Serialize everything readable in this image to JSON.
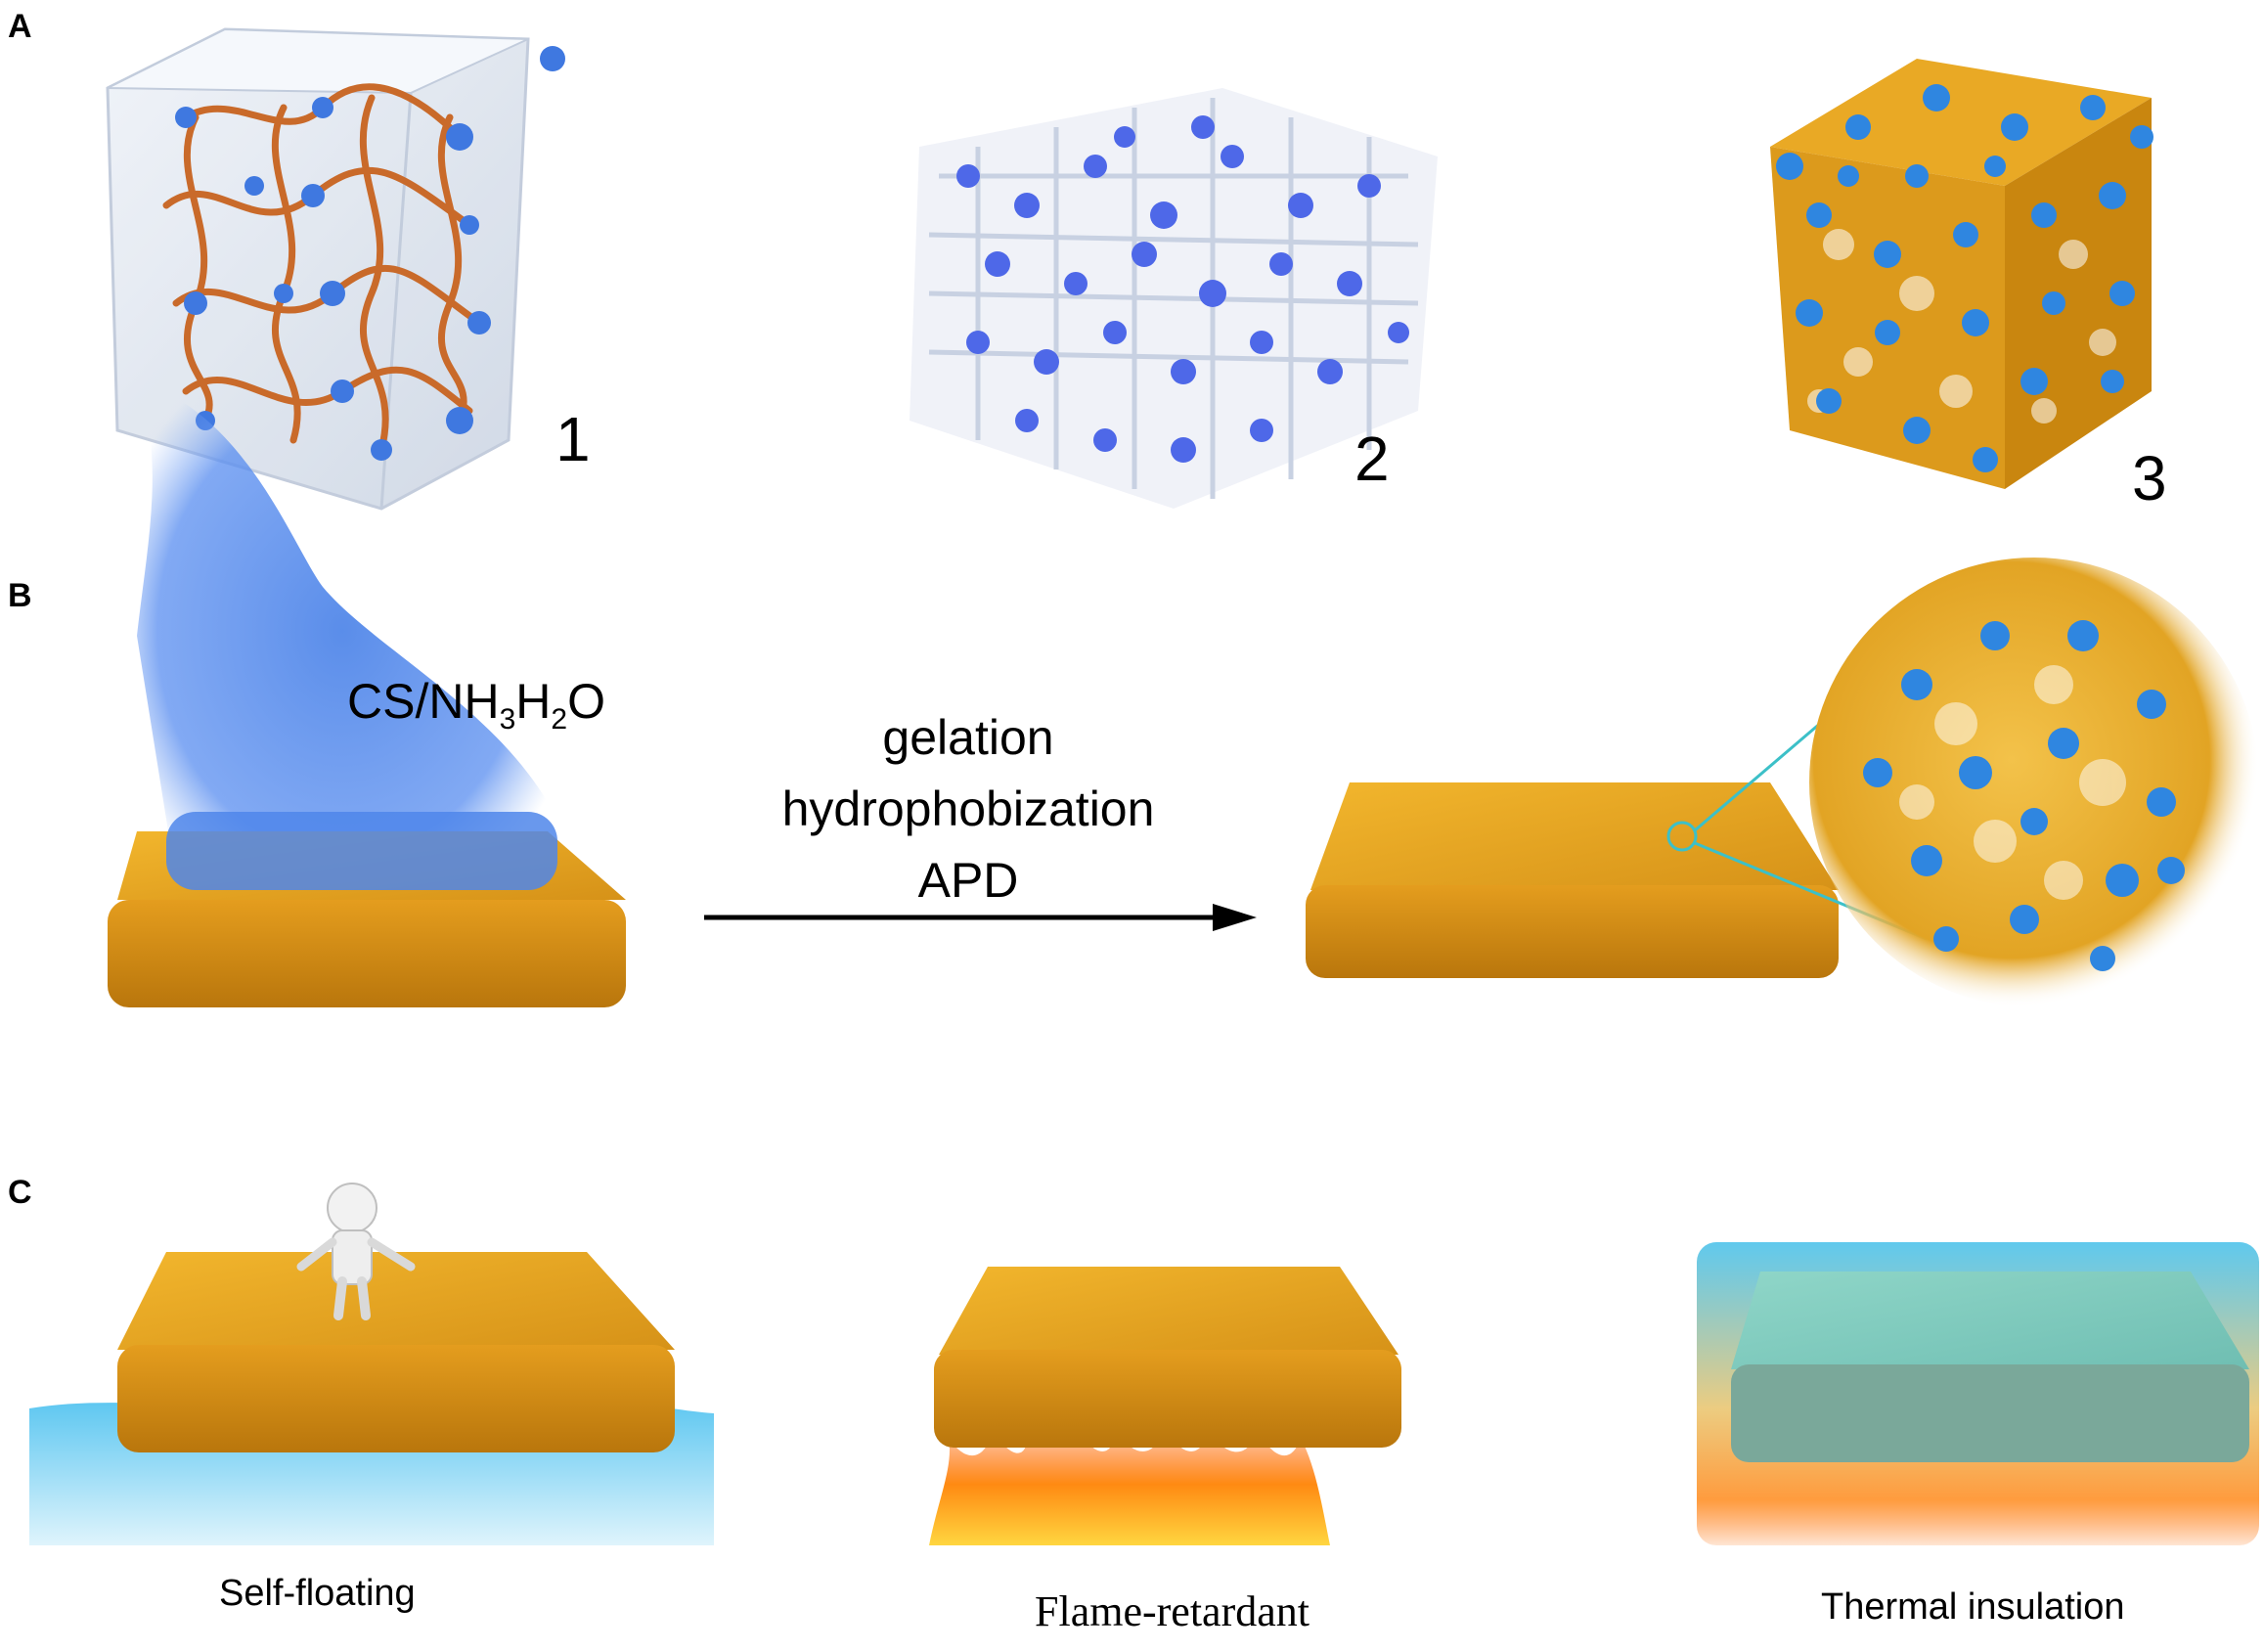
{
  "panels": {
    "a": {
      "label": "A",
      "stages": [
        {
          "number": "1"
        },
        {
          "number": "2"
        },
        {
          "number": "3"
        }
      ]
    },
    "b": {
      "label": "B",
      "precursor": {
        "prefix": "CS/NH",
        "sub1": "3",
        "mid": "H",
        "sub2": "2",
        "suffix": "O"
      },
      "steps": [
        "gelation",
        "hydrophobization",
        "APD"
      ]
    },
    "c": {
      "label": "C",
      "properties": [
        "Self-floating",
        "Flame-retardant",
        "Thermal insulation"
      ]
    }
  },
  "colors": {
    "foam_gold": "#e8a51c",
    "foam_dark": "#b97a0e",
    "network_blue": "#3f8fe0",
    "fiber_orange": "#c96a2a",
    "water_blue": "#3aa9e0",
    "flame_orange": "#ff7a10",
    "teal": "#3cc0c8"
  }
}
